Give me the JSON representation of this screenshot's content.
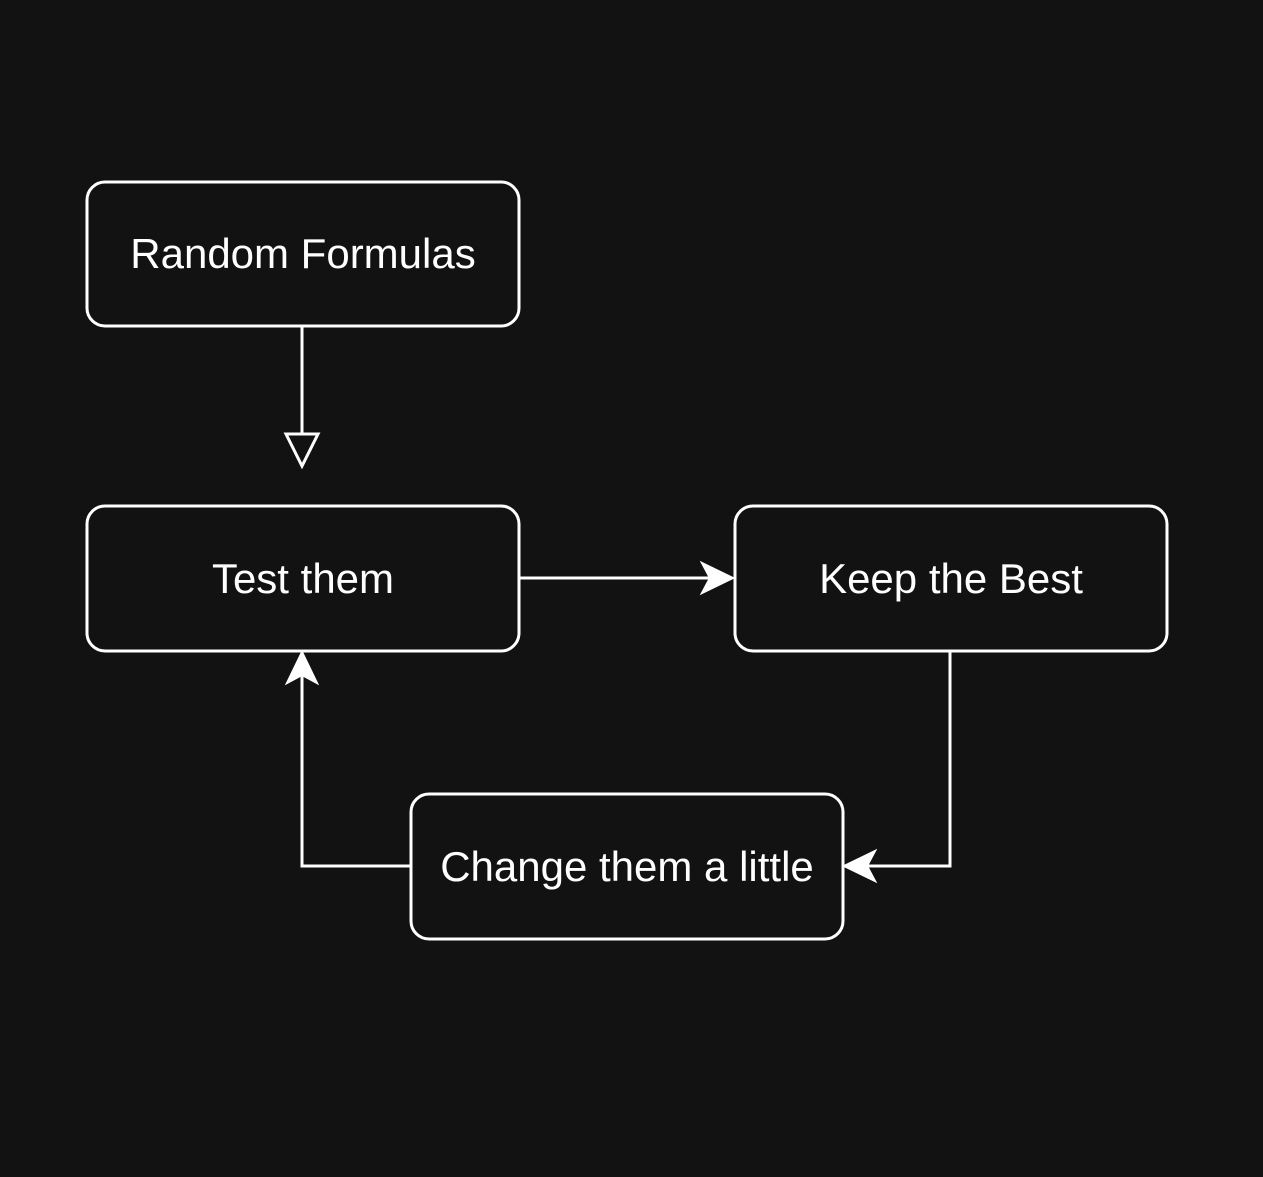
{
  "diagram": {
    "background": "#121212",
    "stroke_color": "#ffffff",
    "text_color": "#ffffff",
    "nodes": [
      {
        "id": "random-formulas",
        "label": "Random Formulas"
      },
      {
        "id": "test-them",
        "label": "Test them"
      },
      {
        "id": "keep-the-best",
        "label": "Keep the Best"
      },
      {
        "id": "change-them-a-little",
        "label": "Change them a little"
      }
    ],
    "edges": [
      {
        "from": "random-formulas",
        "to": "test-them",
        "arrowhead": "hollow-triangle"
      },
      {
        "from": "test-them",
        "to": "keep-the-best",
        "arrowhead": "solid"
      },
      {
        "from": "keep-the-best",
        "to": "change-them-a-little",
        "arrowhead": "solid"
      },
      {
        "from": "change-them-a-little",
        "to": "test-them",
        "arrowhead": "solid"
      }
    ]
  }
}
